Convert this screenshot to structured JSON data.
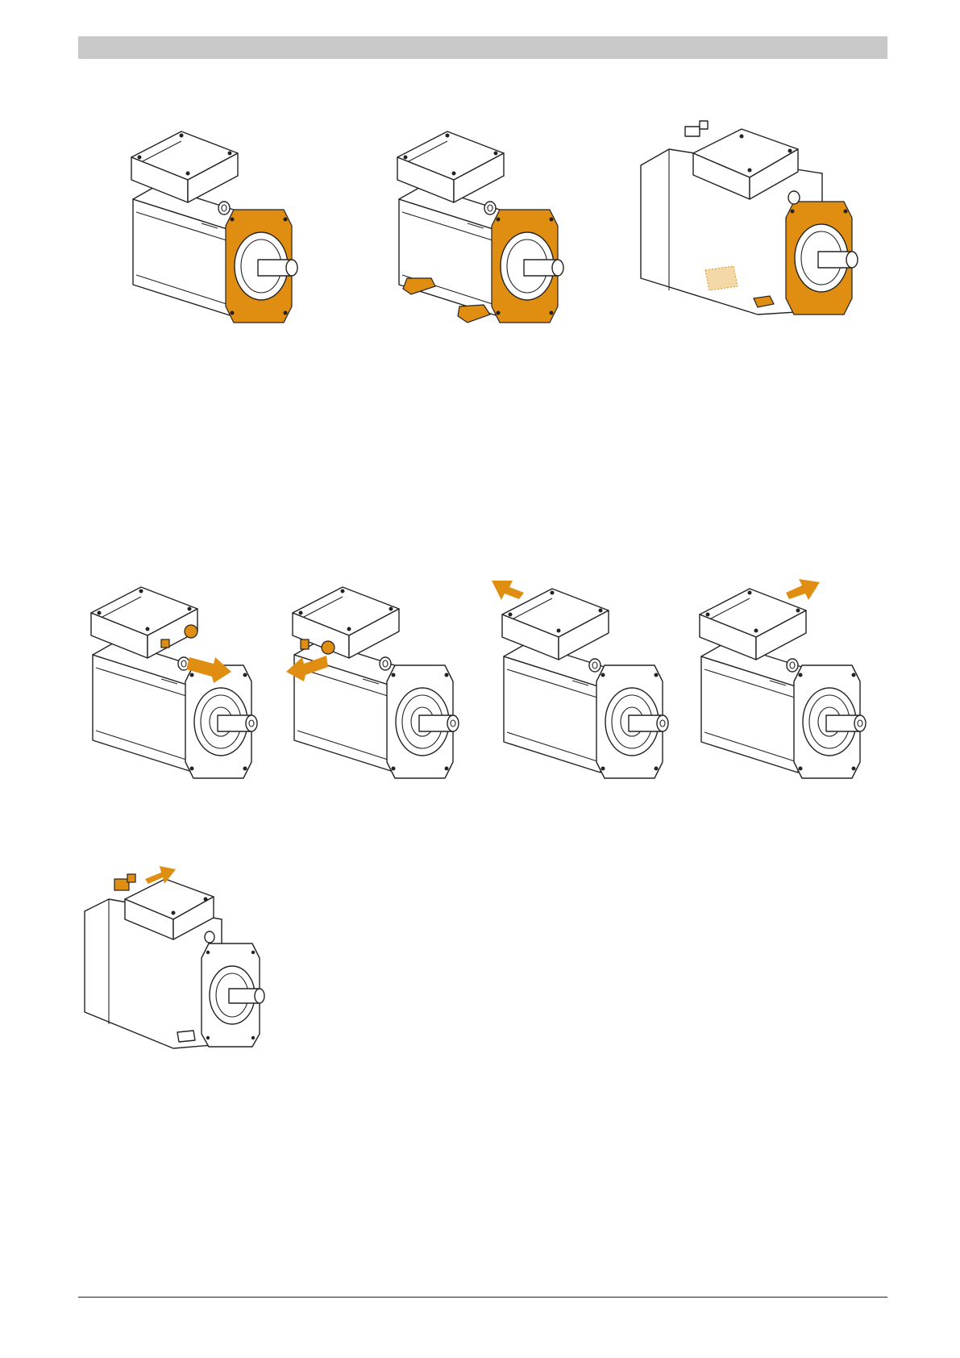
{
  "colors": {
    "accent": "#e08e12",
    "header_bar": "#c8c8c8",
    "line": "#222222"
  },
  "figures_top": [
    {
      "variant": "flange-highlight"
    },
    {
      "variant": "foot-and-flange-highlight"
    },
    {
      "variant": "large-motor-flange-and-nameplate-highlight"
    }
  ],
  "figures_bottom": [
    {
      "variant": "connector-arrow-right"
    },
    {
      "variant": "connector-arrow-left"
    },
    {
      "variant": "terminal-box-arrow-up-left"
    },
    {
      "variant": "terminal-box-arrow-up-right"
    },
    {
      "variant": "large-motor-encoder-plug-arrow"
    }
  ]
}
